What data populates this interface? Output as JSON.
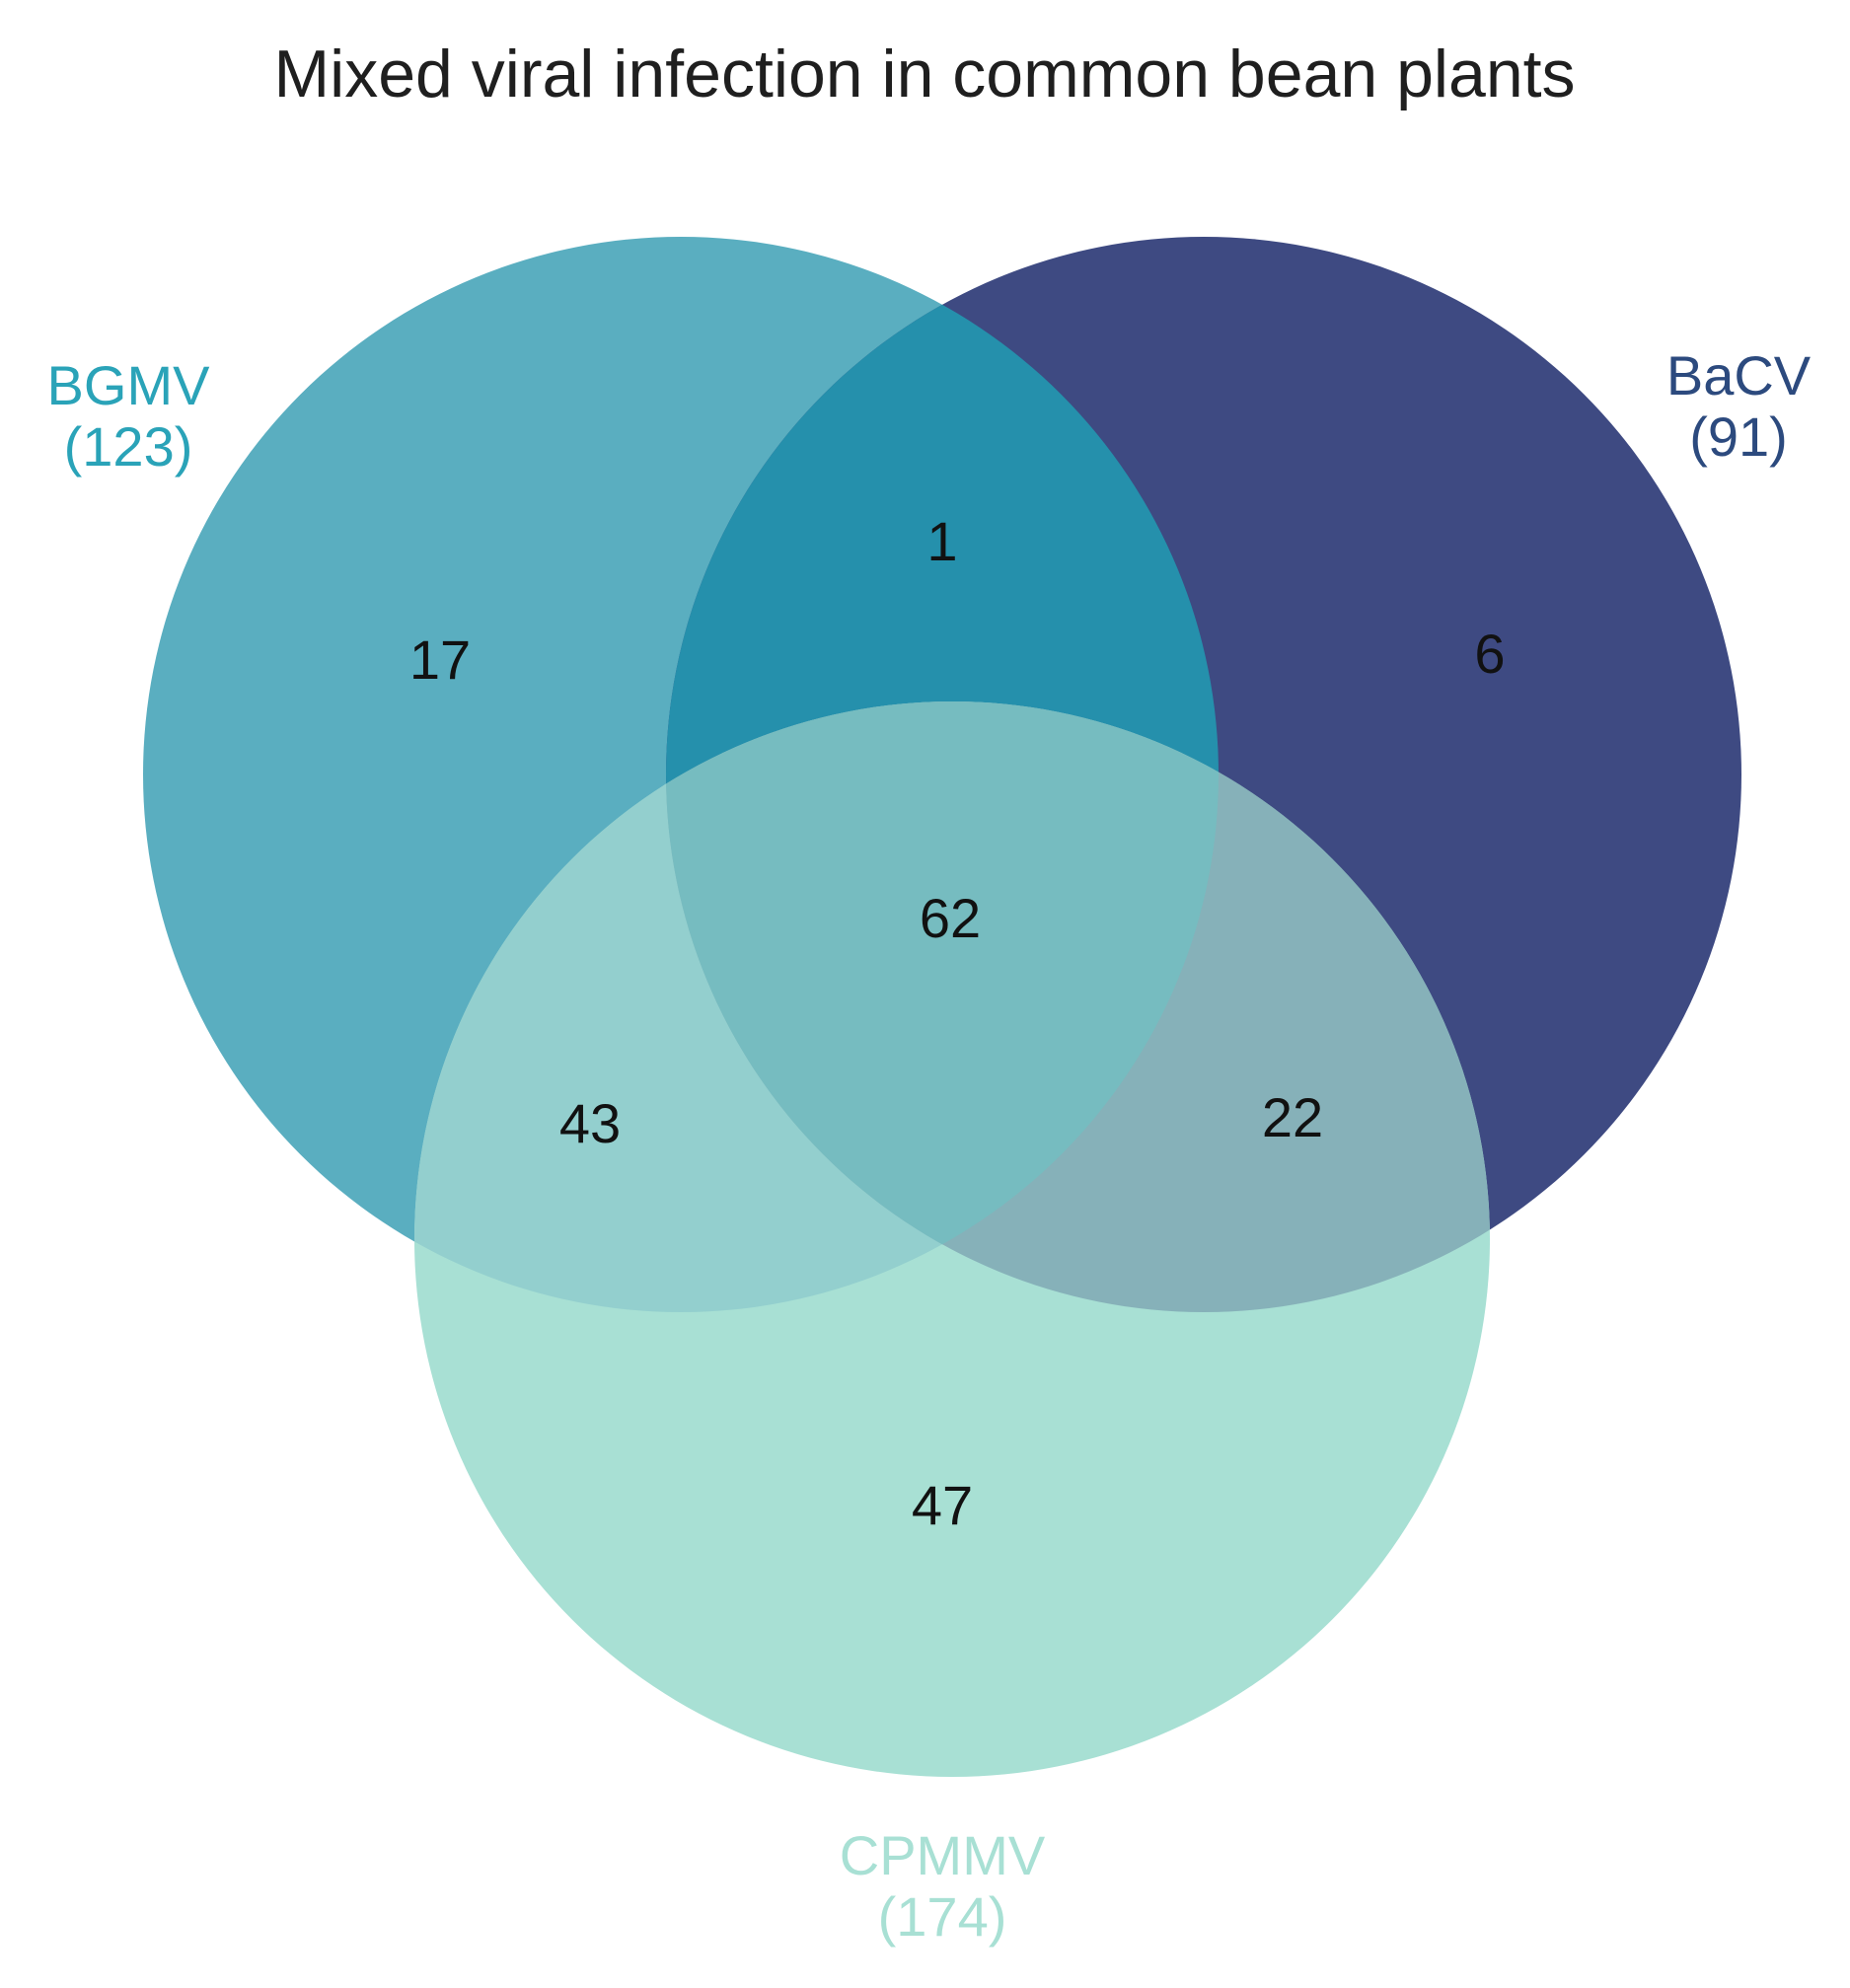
{
  "title": "Mixed viral infection in common bean plants",
  "sets": {
    "bgmv": {
      "name": "BGMV",
      "total": "(123)",
      "circle_color": "#5aaec0",
      "label_color": "#2aa3b8"
    },
    "bacv": {
      "name": "BaCV",
      "total": "(91)",
      "circle_color": "#3e4a82",
      "label_color": "#2c4a7e"
    },
    "cpmmv": {
      "name": "CPMMV",
      "total": "(174)",
      "circle_color": "#a8e0d4",
      "label_color": "#a8e0d4"
    }
  },
  "regions": {
    "bgmv_only": "17",
    "bacv_only": "6",
    "cpmmv_only": "47",
    "bgmv_bacv": "1",
    "bgmv_cpmmv": "43",
    "bacv_cpmmv": "22",
    "all_three": "62"
  },
  "overlap_colors": {
    "bgmv_bacv": "#2590ac",
    "bgmv_cpmmv": "#93cfce",
    "bacv_cpmmv": "#86b1b9",
    "all_three": "#76bcc0"
  }
}
